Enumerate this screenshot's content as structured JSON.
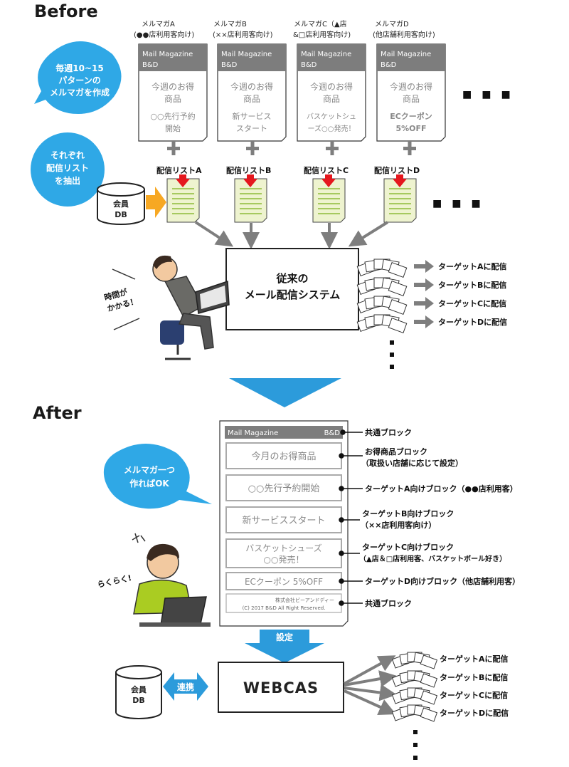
{
  "before": {
    "heading": "Before",
    "bubble1": [
      "毎週10~15",
      "パターンの",
      "メルマガを作成"
    ],
    "bubble2": [
      "それぞれ",
      "配信リスト",
      "を抽出"
    ],
    "db": [
      "会員",
      "DB"
    ],
    "magazines": [
      {
        "title": [
          "メルマガA",
          "(●●店利用客向け)"
        ],
        "header": [
          "Mail Magazine",
          "B&D"
        ],
        "body": [
          "今週のお得",
          "商品"
        ],
        "extra": [
          "○○先行予約",
          "開始"
        ],
        "list": "配信リストA"
      },
      {
        "title": [
          "メルマガB",
          "(××店利用客向け)"
        ],
        "header": [
          "Mail Magazine",
          "B&D"
        ],
        "body": [
          "今週のお得",
          "商品"
        ],
        "extra": [
          "新サービス",
          "スタート"
        ],
        "list": "配信リストB"
      },
      {
        "title": [
          "メルマガC（▲店",
          "&□店利用客向け)"
        ],
        "header": [
          "Mail Magazine",
          "B&D"
        ],
        "body": [
          "今週のお得",
          "商品"
        ],
        "extra": [
          "バスケットシュ",
          "ーズ○○発売！"
        ],
        "list": "配信リストC"
      },
      {
        "title": [
          "メルマガD",
          "(他店舗利用客向け)"
        ],
        "header": [
          "Mail Magazine",
          "B&D"
        ],
        "body": [
          "今週のお得",
          "商品"
        ],
        "extra": [
          "ECクーポン",
          "5%OFF"
        ],
        "list": "配信リストD"
      }
    ],
    "ellipsis": "■　■　■",
    "system": [
      "従来の",
      "メール配信システム"
    ],
    "time_note": [
      "時間が",
      "かかる！"
    ],
    "targets": [
      "ターゲットAに配信",
      "ターゲットBに配信",
      "ターゲットCに配信",
      "ターゲットDに配信"
    ]
  },
  "after": {
    "heading": "After",
    "bubble": [
      "メルマガ一つ",
      "作ればOK"
    ],
    "easy": "らくらく!",
    "magazine": {
      "header_left": "Mail Magazine",
      "header_right": "B&D",
      "blocks": [
        [
          "今月のお得商品"
        ],
        [
          "○○先行予約開始"
        ],
        [
          "新サービススタート"
        ],
        [
          "バスケットシューズ",
          "○○発売！"
        ],
        [
          "ECクーポン 5%OFF"
        ]
      ],
      "footer": [
        "株式会社ビーアンドディー",
        "(C) 2017 B&D All Right Reserved."
      ]
    },
    "annotations": [
      [
        "共通ブロック"
      ],
      [
        "お得商品ブロック",
        "（取扱い店舗に応じて設定）"
      ],
      [
        "ターゲットA向けブロック（●●店利用客）"
      ],
      [
        "ターゲットB向けブロック",
        "（××店利用客向け）"
      ],
      [
        "ターゲットC向けブロック",
        "（▲店＆□店利用客、バスケットボール好き）"
      ],
      [
        "ターゲットD向けブロック（他店舗利用客）"
      ],
      [
        "共通ブロック"
      ]
    ],
    "setting": "設定",
    "db": [
      "会員",
      "DB"
    ],
    "link": "連携",
    "product": "WEBCAS",
    "targets": [
      "ターゲットAに配信",
      "ターゲットBに配信",
      "ターゲットCに配信",
      "ターゲットDに配信"
    ]
  },
  "colors": {
    "blue": "#2C9BDB",
    "bubble": "#2FA8E6",
    "orange": "#F7A823",
    "red": "#E5171E",
    "gray_header": "#7D7D7D",
    "paper_green": "#EEF3CF",
    "gray_arrow": "#7E7E7E",
    "dark": "#1A1A1A"
  }
}
